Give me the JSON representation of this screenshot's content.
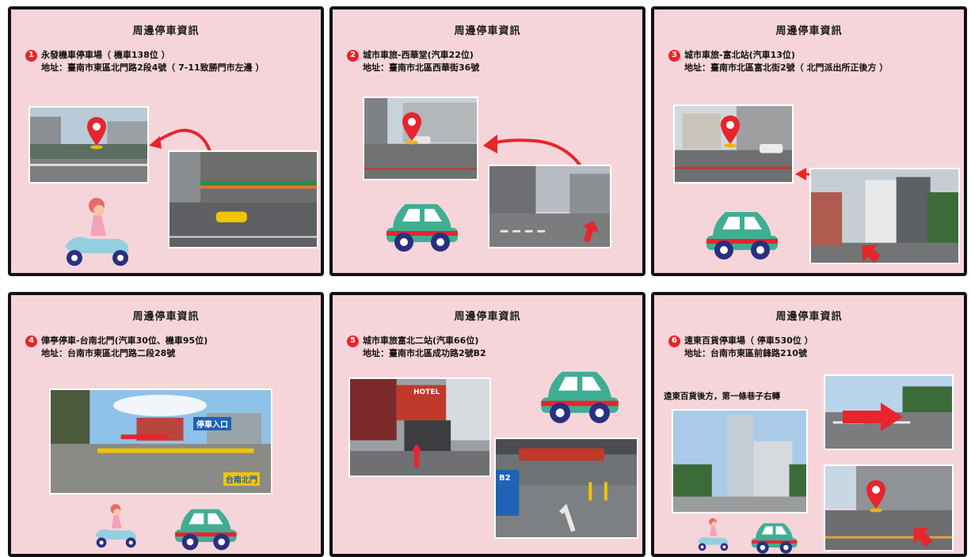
{
  "section_title": "周邊停車資訊",
  "panels": [
    {
      "num": "1",
      "name": "永發機車停車場（ 機車138位 ）",
      "address": "地址：臺南市東區北門路2段4號（ 7-11致勝門市左邊 ）"
    },
    {
      "num": "2",
      "name": "城市車旅-西華堂(汽車22位)",
      "address": "地址：臺南市北區西華街36號"
    },
    {
      "num": "3",
      "name": "城市車旅-富北站(汽車13位)",
      "address": "地址：臺南市北區富北街2號（ 北門派出所正後方 ）"
    },
    {
      "num": "4",
      "name": "俥亭停車-台南北門(汽車30位、機車95位)",
      "address": "地址：台南市東區北門路二段28號"
    },
    {
      "num": "5",
      "name": "城市車旅富北二站(汽車66位)",
      "address": "地址：臺南市北區成功路2號B2"
    },
    {
      "num": "6",
      "name": "遠東百貨停車場（ 停車530位 ）",
      "address": "地址：台南市東區前鋒路210號"
    }
  ],
  "panel6_note": "遠東百貨後方，第一條巷子右轉",
  "photo_signs": {
    "parking_entrance": "停車入口",
    "tainan_beimen": "台南北門",
    "hotel": "HOTEL",
    "b2": "B2"
  },
  "colors": {
    "panel_bg": "#f5d5da",
    "border": "#111111",
    "badge": "#e8242c",
    "car_body": "#3fae94",
    "car_stripe": "#e8242c",
    "wheel": "#2a2f80",
    "arrow": "#e8242c",
    "pin": "#e8242c"
  },
  "icons": [
    "map-pin-icon",
    "car-icon",
    "scooter-icon",
    "curved-arrow-icon",
    "up-arrow-icon"
  ]
}
